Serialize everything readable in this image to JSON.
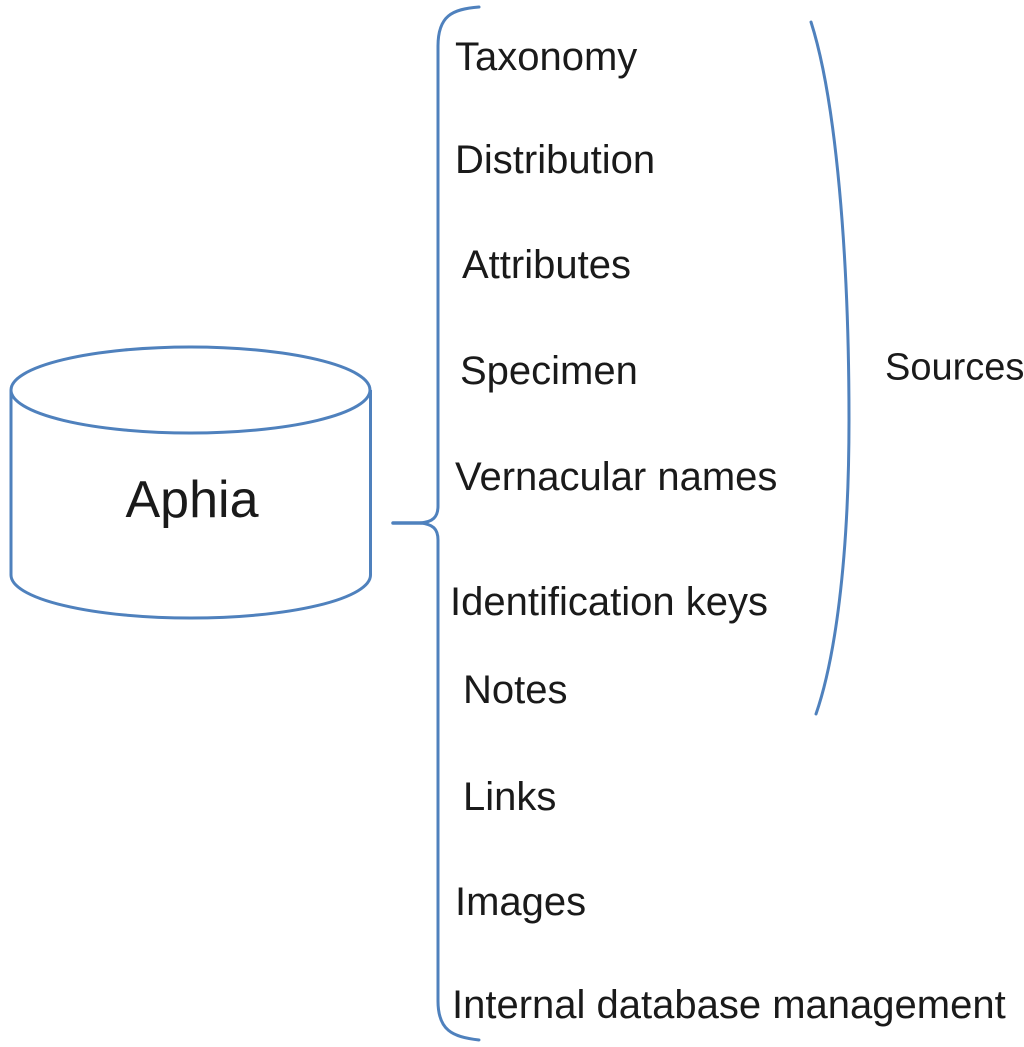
{
  "diagram": {
    "database": {
      "label": "Aphia",
      "shape": "cylinder"
    },
    "items": [
      {
        "label": "Taxonomy"
      },
      {
        "label": "Distribution"
      },
      {
        "label": "Attributes"
      },
      {
        "label": "Specimen"
      },
      {
        "label": "Vernacular names"
      },
      {
        "label": "Identification keys"
      },
      {
        "label": "Notes"
      },
      {
        "label": "Links"
      },
      {
        "label": "Images"
      },
      {
        "label": "Internal database management"
      }
    ],
    "group": {
      "label": "Sources",
      "covers_items": [
        "Taxonomy",
        "Distribution",
        "Attributes",
        "Specimen",
        "Vernacular names",
        "Identification keys",
        "Notes"
      ]
    },
    "colors": {
      "line": "#4f81bd",
      "text": "#1a1a1a",
      "background": "#ffffff"
    }
  }
}
